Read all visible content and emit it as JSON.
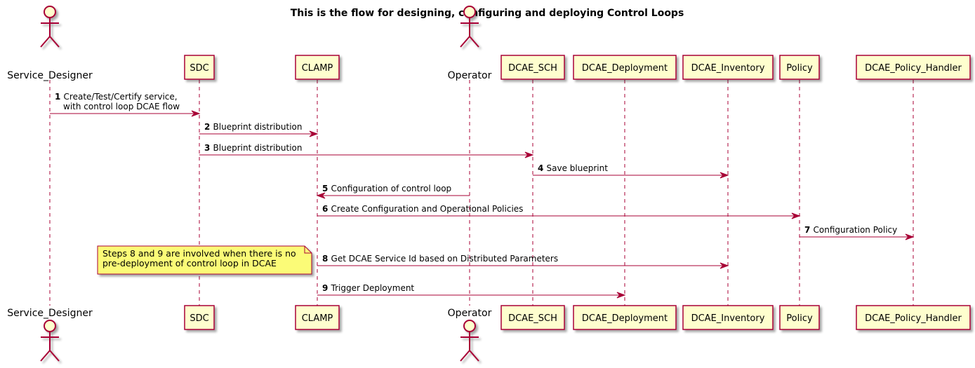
{
  "title": "This is the flow for designing, configuring and deploying Control Loops",
  "colors": {
    "line": "#A80036",
    "box_fill": "#FEFECE",
    "note_fill": "#FBFB77",
    "note_stroke": "#A80036"
  },
  "participants": [
    {
      "name": "Service_Designer",
      "kind": "actor"
    },
    {
      "name": "SDC",
      "kind": "box"
    },
    {
      "name": "CLAMP",
      "kind": "box"
    },
    {
      "name": "Operator",
      "kind": "actor"
    },
    {
      "name": "DCAE_SCH",
      "kind": "box"
    },
    {
      "name": "DCAE_Deployment",
      "kind": "box"
    },
    {
      "name": "DCAE_Inventory",
      "kind": "box"
    },
    {
      "name": "Policy",
      "kind": "box"
    },
    {
      "name": "DCAE_Policy_Handler",
      "kind": "box"
    }
  ],
  "messages": [
    {
      "num": "1",
      "from": "Service_Designer",
      "to": "SDC",
      "text": [
        "Create/Test/Certify service,",
        "with control loop DCAE flow"
      ]
    },
    {
      "num": "2",
      "from": "SDC",
      "to": "CLAMP",
      "text": [
        "Blueprint distribution"
      ]
    },
    {
      "num": "3",
      "from": "SDC",
      "to": "DCAE_SCH",
      "text": [
        "Blueprint distribution"
      ]
    },
    {
      "num": "4",
      "from": "DCAE_SCH",
      "to": "DCAE_Inventory",
      "text": [
        "Save blueprint"
      ]
    },
    {
      "num": "5",
      "from": "Operator",
      "to": "CLAMP",
      "text": [
        "Configuration of control loop"
      ]
    },
    {
      "num": "6",
      "from": "CLAMP",
      "to": "Policy",
      "text": [
        "Create Configuration and Operational Policies"
      ]
    },
    {
      "num": "7",
      "from": "Policy",
      "to": "DCAE_Policy_Handler",
      "text": [
        "Configuration Policy"
      ]
    },
    {
      "num": "8",
      "from": "CLAMP",
      "to": "DCAE_Inventory",
      "text": [
        "Get DCAE Service Id based on Distributed Parameters"
      ]
    },
    {
      "num": "9",
      "from": "CLAMP",
      "to": "DCAE_Deployment",
      "text": [
        "Trigger Deployment"
      ]
    }
  ],
  "note": {
    "text": [
      "Steps 8 and 9 are involved when there is no",
      "pre-deployment of control loop in DCAE"
    ]
  }
}
